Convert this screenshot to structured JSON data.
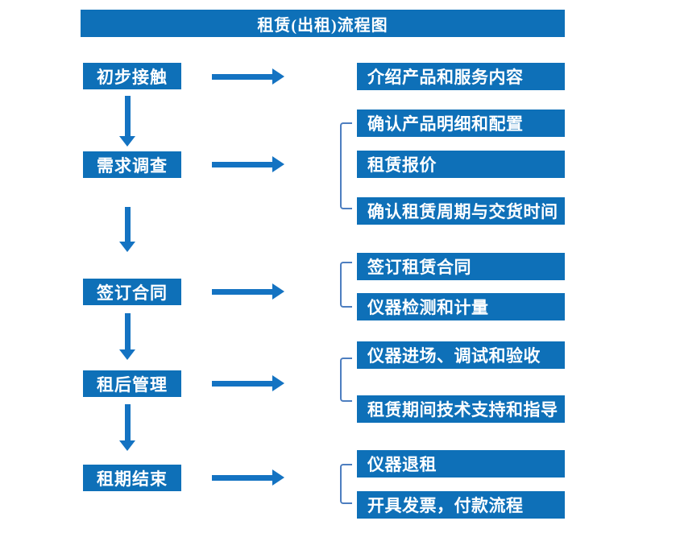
{
  "title": "租赁(出租)流程图",
  "colors": {
    "primary": "#0e70b8",
    "arrow": "#1473c2",
    "bracket": "#4d7ec0",
    "boxtext": "#ffffff"
  },
  "steps": [
    {
      "label": "初步接触",
      "details": [
        "介绍产品和服务内容"
      ]
    },
    {
      "label": "需求调查",
      "details": [
        "确认产品明细和配置",
        "租赁报价",
        "确认租赁周期与交货时间"
      ]
    },
    {
      "label": "签订合同",
      "details": [
        "签订租赁合同",
        "仪器检测和计量"
      ]
    },
    {
      "label": "租后管理",
      "details": [
        "仪器进场、调试和验收",
        "租赁期间技术支持和指导"
      ]
    },
    {
      "label": "租期结束",
      "details": [
        "仪器退租",
        "开具发票，付款流程"
      ]
    }
  ]
}
